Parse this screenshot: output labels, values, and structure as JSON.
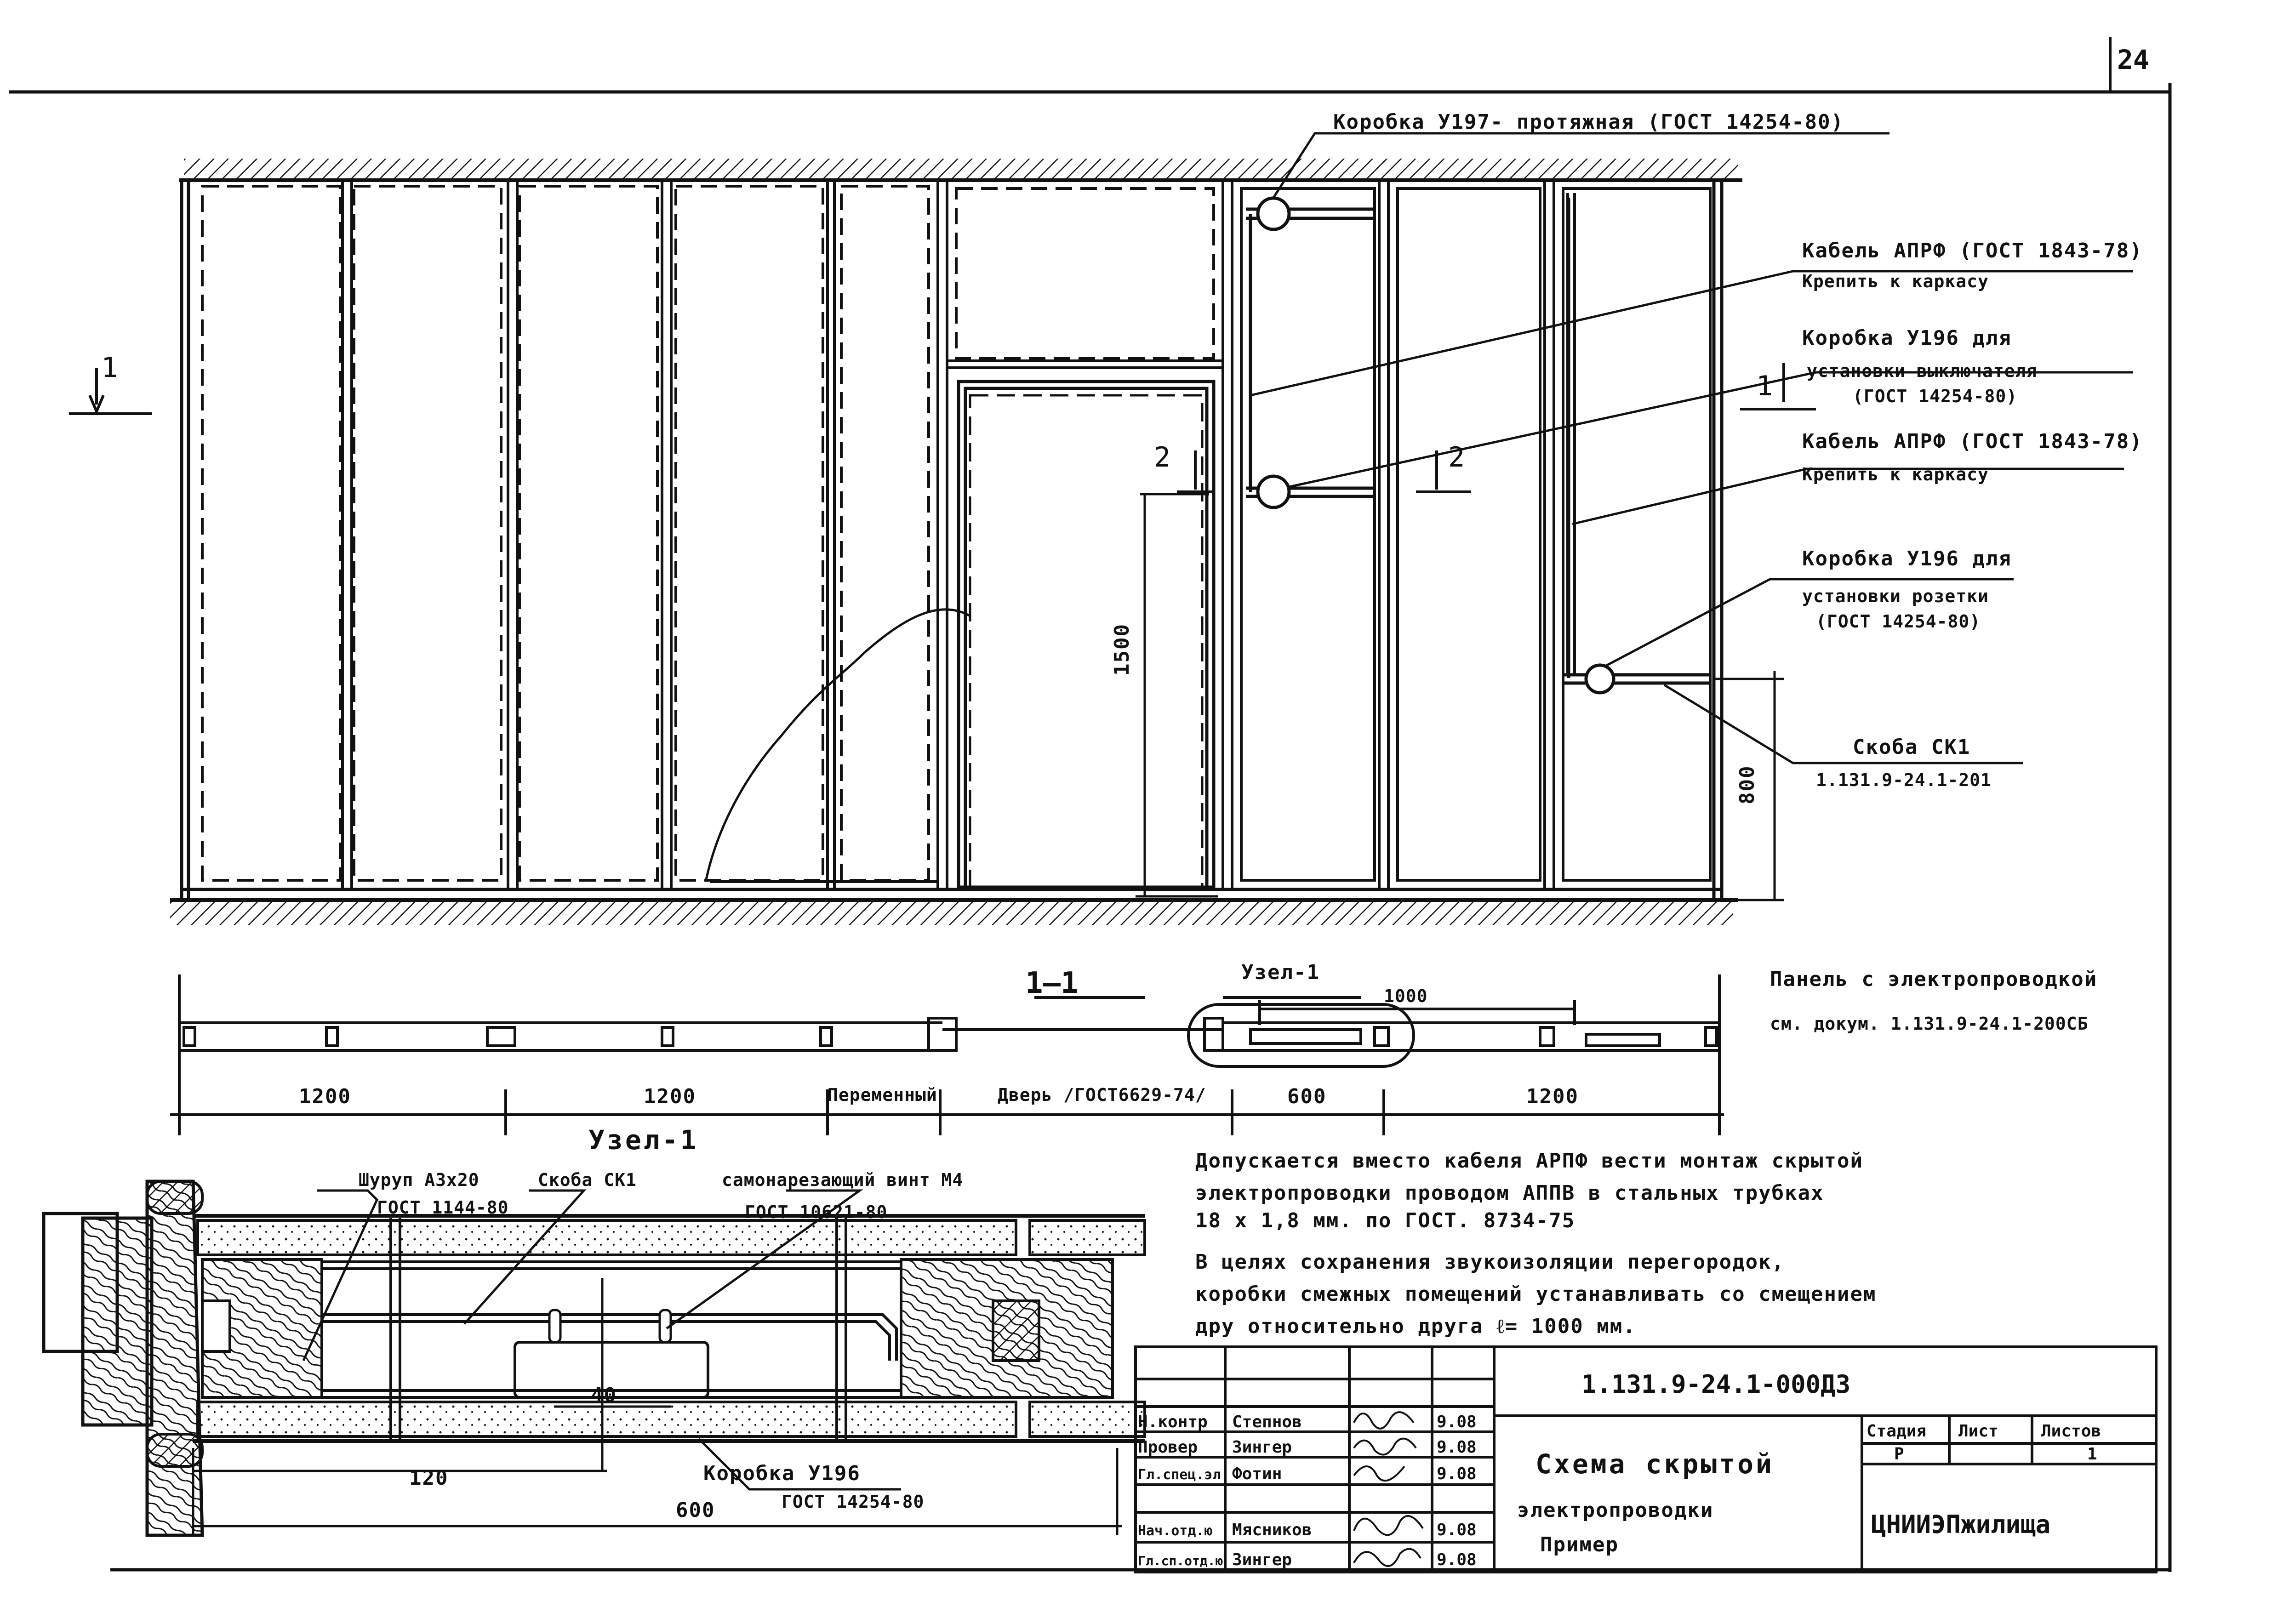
{
  "sheet_number": "24",
  "elevation": {
    "callouts": {
      "junction_box_pull": "Коробка У197- протяжная (ГОСТ 14254-80)",
      "cable_1_line1": "Кабель АПРФ (ГОСТ 1843-78)",
      "cable_1_line2": "Крепить к каркасу",
      "switch_box_line1": "Коробка У196 для",
      "switch_box_line2": "установки выключателя",
      "switch_box_line3": "(ГОСТ 14254-80)",
      "cable_2_line1": "Кабель АПРФ (ГОСТ 1843-78)",
      "cable_2_line2": "Крепить к каркасу",
      "socket_box_line1": "Коробка У196 для",
      "socket_box_line2": "установки розетки",
      "socket_box_line3": "(ГОСТ 14254-80)",
      "bracket_line1": "Скоба СК1",
      "bracket_line2": "1.131.9-24.1-201"
    },
    "section_marks": {
      "s1_left": "1",
      "s1_right": "1",
      "s2_left": "2",
      "s2_right": "2"
    },
    "dimensions": {
      "height_1500": "1500",
      "height_800": "800"
    }
  },
  "section": {
    "title": "1—1",
    "node_label": "Узел-1",
    "dim_1000": "1000",
    "dims": [
      "1200",
      "1200",
      "Переменный",
      "Дверь /ГОСТ6629-74/",
      "600",
      "1200"
    ]
  },
  "panel_note": {
    "line1": "Панель с электропроводкой",
    "line2": "см. докум. 1.131.9-24.1-200СБ"
  },
  "node_detail": {
    "title": "Узел-1",
    "screw_label": "Шуруп А3х20",
    "screw_gost": "ГОСТ 1144-80",
    "bracket_label": "Скоба СК1",
    "self_tap_label": "самонарезающий винт М4",
    "self_tap_gost": "ГОСТ 10621-80",
    "box_label": "Коробка У196",
    "box_gost": "ГОСТ 14254-80",
    "dim_40": "40",
    "dim_120": "120",
    "dim_600": "600"
  },
  "notes": {
    "line1": "Допускается вместо кабеля АРПФ вести монтаж скрытой",
    "line2": "электропроводки проводом АППВ в стальных трубках",
    "line3": "18 х 1,8 мм. по ГОСТ. 8734-75",
    "line4": "В целях сохранения звукоизоляции перегородок,",
    "line5": "коробки смежных помещений устанавливать со смещением",
    "line6": "дру относительно друга ℓ= 1000 мм."
  },
  "title_block": {
    "doc_code": "1.131.9-24.1-000Д3",
    "title_line1": "Схема скрытой",
    "title_line2": "электропроводки",
    "title_line3": "Пример",
    "roles": [
      {
        "role": "Н.контр",
        "name": "Степнов",
        "date": "9.08"
      },
      {
        "role": "Провер",
        "name": "Зингер",
        "date": "9.08"
      },
      {
        "role": "Гл.спец.эл",
        "name": "Фотин",
        "date": "9.08"
      },
      {
        "role": "Нач.отд.ю",
        "name": "Мясников",
        "date": "9.08"
      },
      {
        "role": "Гл.сп.отд.ю",
        "name": "Зингер",
        "date": "9.08"
      }
    ],
    "stage_header": "Стадия",
    "sheet_header": "Лист",
    "sheets_header": "Листов",
    "stage": "Р",
    "sheets": "1",
    "organization": "ЦНИИЭПжилища"
  }
}
